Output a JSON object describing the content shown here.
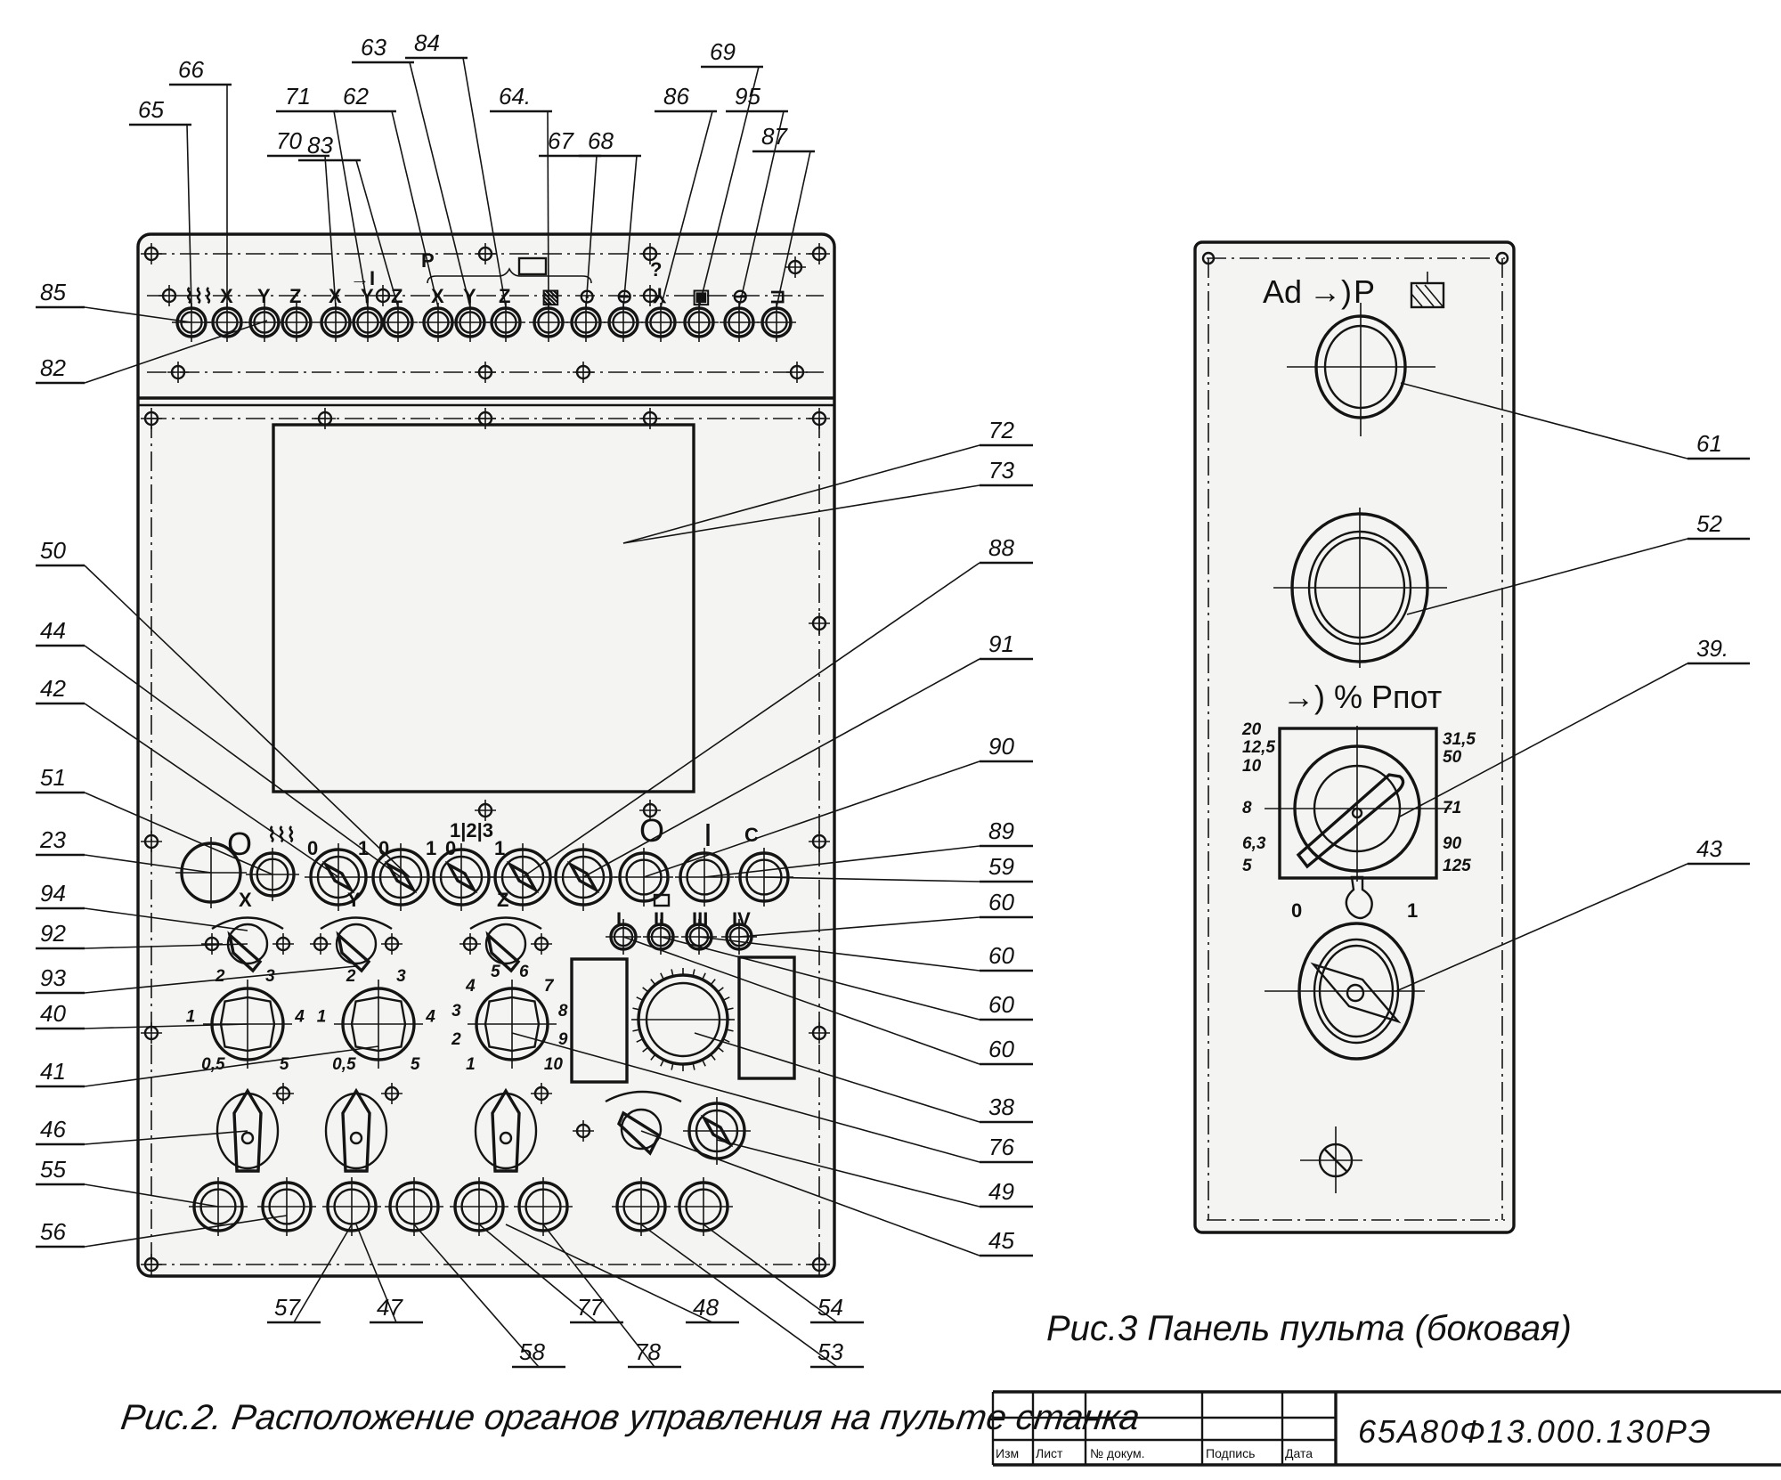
{
  "figure2": {
    "caption": "Рис.2. Расположение органов управления на пульте станка",
    "top_strip_symbols": [
      "⌇⌇⌇",
      "X",
      "Y",
      "Z",
      "X",
      "Y",
      "Z",
      "X",
      "Y",
      "Z",
      "▧",
      "⊙",
      "⊖",
      "⅄",
      "▣",
      "⊖",
      "⊐"
    ],
    "top_group_marks": {
      "rapid_arrow": "→I",
      "probe": "P",
      "question": "?"
    },
    "callouts_top": [
      "65",
      "66",
      "70",
      "71",
      "83",
      "62",
      "63",
      "84",
      "64.",
      "67",
      "68",
      "86",
      "69",
      "95",
      "87"
    ],
    "callouts_left": [
      "85",
      "82",
      "50",
      "44",
      "42",
      "51",
      "23",
      "94",
      "92",
      "93",
      "40",
      "41",
      "46",
      "55",
      "56"
    ],
    "callouts_right": [
      "72",
      "73",
      "88",
      "91",
      "90",
      "89",
      "59",
      "60",
      "60",
      "60",
      "60",
      "38",
      "76",
      "49",
      "45"
    ],
    "callouts_bottom": [
      "57",
      "47",
      "58",
      "77",
      "78",
      "48",
      "53",
      "54"
    ],
    "row_switch_labels": {
      "o_mark": "O",
      "pos_0": "0",
      "pos_1": "1",
      "program_box": "1|2|3",
      "lamp_o": "O",
      "lamp_i": "I",
      "c_mark": "C"
    },
    "axis_labels": [
      "X",
      "Y",
      "Z"
    ],
    "roman_labels": [
      "I",
      "II",
      "III",
      "IV"
    ],
    "dial_x_scale": [
      "0,5",
      "1",
      "2",
      "3",
      "4",
      "5"
    ],
    "dial_y_scale": [
      "0,5",
      "1",
      "2",
      "3",
      "4",
      "5"
    ],
    "dial_z_scale": [
      "1",
      "2",
      "3",
      "4",
      "5",
      "6",
      "7",
      "8",
      "9",
      "10"
    ]
  },
  "figure3": {
    "caption": "Рис.3  Панель   пульта (боковая)",
    "header_symbols": {
      "ad": "Ad",
      "arrow": "→)",
      "hook": "P"
    },
    "power_label": "→) % Pпот",
    "power_scale_left": [
      "20",
      "12,5",
      "10",
      "8",
      "6,3",
      "5"
    ],
    "power_scale_right": [
      "31,5",
      "50",
      "71",
      "90",
      "125"
    ],
    "lamp_switch": {
      "off": "0",
      "on": "1"
    },
    "callouts": [
      "61",
      "52",
      "39.",
      "43"
    ]
  },
  "title_block": {
    "headers": [
      "Изм",
      "Лист",
      "№ докум.",
      "Подпись",
      "Дата"
    ],
    "document_code": "65А80Ф13.000.130РЭ"
  }
}
